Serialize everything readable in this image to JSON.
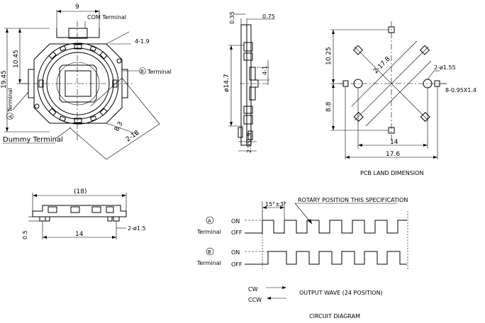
{
  "top_view": {
    "dim_width": "9",
    "com_terminal": "COM Terminal",
    "dim_hole": "4-1.9",
    "b_terminal": "Terminal",
    "b_letter": "B",
    "dim_10_45": "10.45",
    "dim_19_45": "19.45",
    "a_terminal": "Terminal",
    "a_letter": "A",
    "dim_8_3": "8.3",
    "dim_2_18": "2-18",
    "dummy_terminal": "Dummy Terminal"
  },
  "side_view": {
    "dim_0_35": "0.35",
    "dim_0_75": "0.75",
    "dim_phi14_7": "ø14.7",
    "dim_4_1": "4-1",
    "dim_1_9": "1.9",
    "dim_2_95": "2.95"
  },
  "pcb_land": {
    "dim_10_25": "10.25",
    "dim_8_8": "8.8",
    "dim_2_17_8": "2-17.8",
    "dim_2_phi1_55": "2-ø1.55",
    "dim_8_slots": "8-0.95X1.4",
    "dim_14": "14",
    "dim_17_6": "17.6",
    "caption": "PCB LAND DIMENSION"
  },
  "bottom_view": {
    "dim_18": "(18)",
    "dim_0_5": "0.5",
    "dim_14": "14",
    "dim_2_phi1_5": "2-ø1.5"
  },
  "circuit": {
    "angle": "15°±3°",
    "rotary_position": "ROTARY POSITION THIS SPECIFICATION",
    "a_letter": "A",
    "a_terminal": "Terminal",
    "b_letter": "B",
    "b_terminal": "Terminal",
    "on": "ON",
    "off": "OFF",
    "cw": "CW",
    "ccw": "CCW",
    "output_wave": "OUTPUT WAVE (24 POSITION)",
    "caption": "CIRCUIT DIAGRAM"
  }
}
